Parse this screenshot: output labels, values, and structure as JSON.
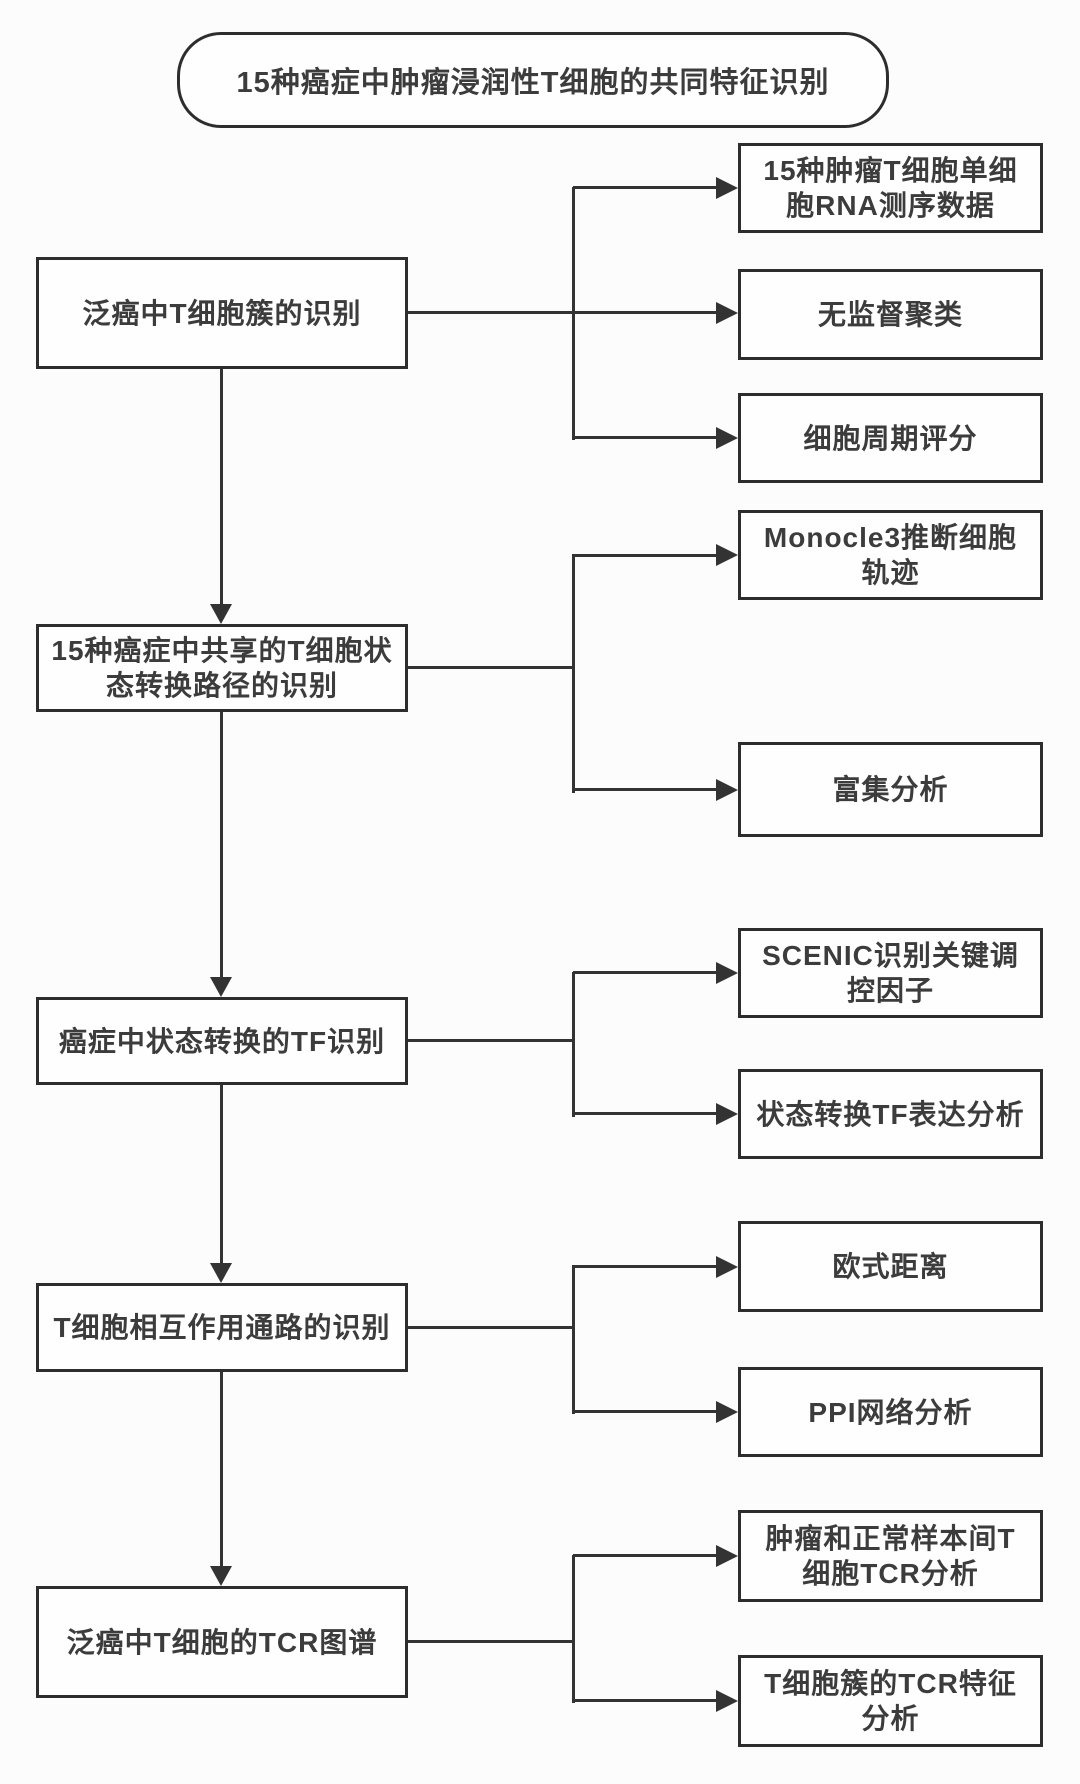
{
  "diagram": {
    "title": "15种癌症中肿瘤浸润性T细胞的共同特征识别",
    "colors": {
      "background": "#fcfcfc",
      "box_fill": "#fefefe",
      "border": "#2d2d2d",
      "line": "#333333",
      "text": "#3c3c3c"
    },
    "steps": [
      {
        "label": "泛癌中T细胞簇的识别"
      },
      {
        "label": "15种癌症中共享的T细胞状态转换路径的识别"
      },
      {
        "label": "癌症中状态转换的TF识别"
      },
      {
        "label": "T细胞相互作用通路的识别"
      },
      {
        "label": "泛癌中T细胞的TCR图谱"
      }
    ],
    "methods": [
      {
        "label": "15种肿瘤T细胞单细胞RNA测序数据"
      },
      {
        "label": "无监督聚类"
      },
      {
        "label": "细胞周期评分"
      },
      {
        "label": "Monocle3推断细胞轨迹"
      },
      {
        "label": "富集分析"
      },
      {
        "label": "SCENIC识别关键调控因子"
      },
      {
        "label": "状态转换TF表达分析"
      },
      {
        "label": "欧式距离"
      },
      {
        "label": "PPI网络分析"
      },
      {
        "label": "肿瘤和正常样本间T细胞TCR分析"
      },
      {
        "label": "T细胞簇的TCR特征分析"
      }
    ],
    "connections": {
      "step_sequence": [
        0,
        1,
        2,
        3,
        4
      ],
      "step_to_methods": [
        {
          "step": 0,
          "methods": [
            0,
            1,
            2
          ]
        },
        {
          "step": 1,
          "methods": [
            3,
            4
          ]
        },
        {
          "step": 2,
          "methods": [
            5,
            6
          ]
        },
        {
          "step": 3,
          "methods": [
            7,
            8
          ]
        },
        {
          "step": 4,
          "methods": [
            9,
            10
          ]
        }
      ]
    }
  }
}
